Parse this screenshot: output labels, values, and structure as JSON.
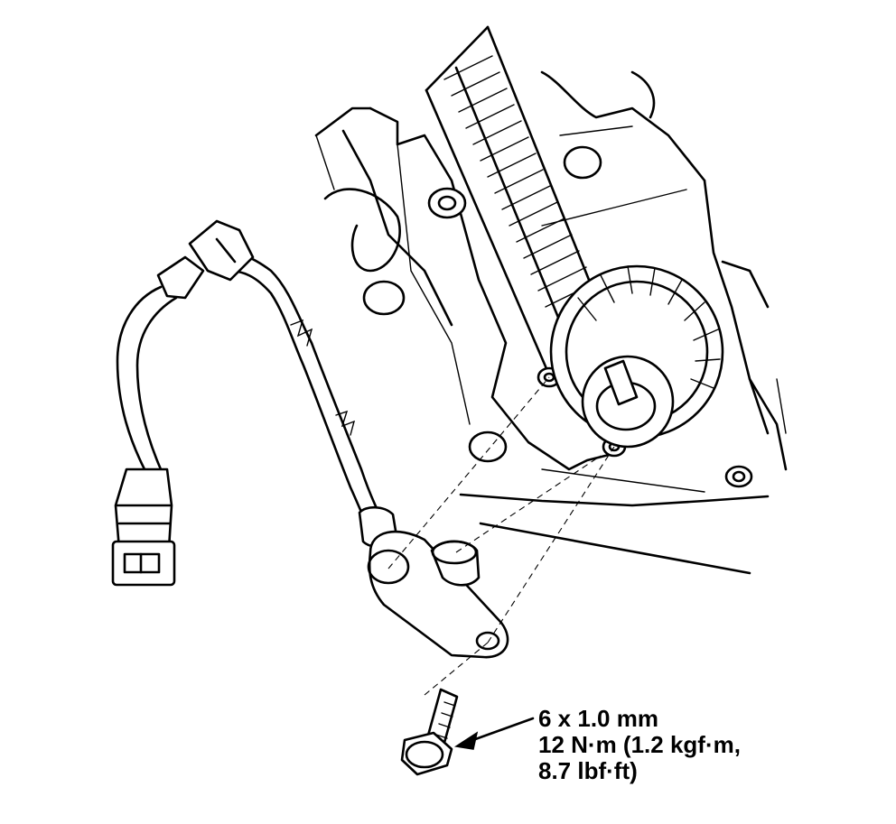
{
  "callout": {
    "bolt_size": "6 x 1.0 mm",
    "torque_line1": "12 N·m (1.2 kgf·m,",
    "torque_line2": "8.7 lbf·ft)"
  },
  "colors": {
    "ink": "#000000",
    "paper": "#ffffff"
  }
}
